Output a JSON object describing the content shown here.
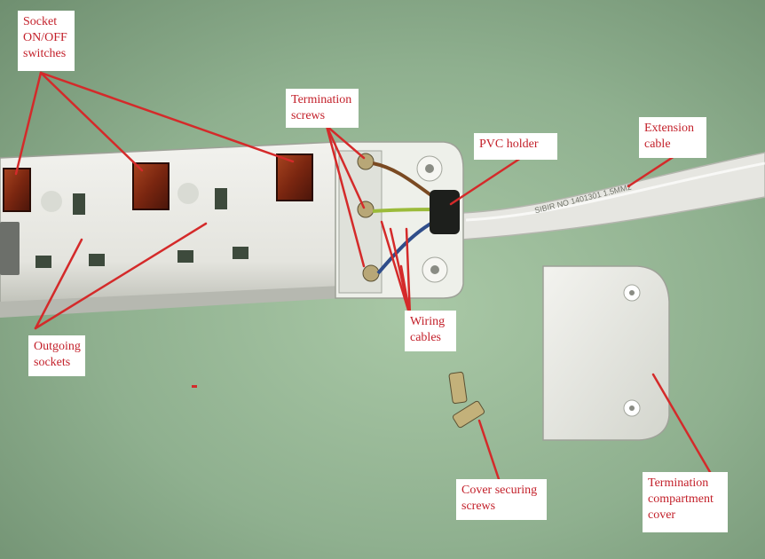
{
  "image": {
    "subject": "power-strip-with-open-termination-compartment",
    "label_color": "#c3202a",
    "arrow_color": "#d42a2a"
  },
  "labels": {
    "socket_switches": {
      "line1": "Socket",
      "line2": "ON/OFF",
      "line3": "switches"
    },
    "termination_screws": {
      "line1": "Termination",
      "line2": "screws"
    },
    "pvc_holder": {
      "line1": "PVC holder"
    },
    "extension_cable": {
      "line1": "Extension",
      "line2": "cable"
    },
    "outgoing_sockets": {
      "line1": "Outgoing",
      "line2": "sockets"
    },
    "wiring_cables": {
      "line1": "Wiring",
      "line2": "cables"
    },
    "cover_screws": {
      "line1": "Cover securing",
      "line2": "screws"
    },
    "compartment_cover": {
      "line1": "Termination",
      "line2": "compartment",
      "line3": "cover"
    }
  },
  "cable_print": "SIBIR NO 1401301 1.5MM2"
}
